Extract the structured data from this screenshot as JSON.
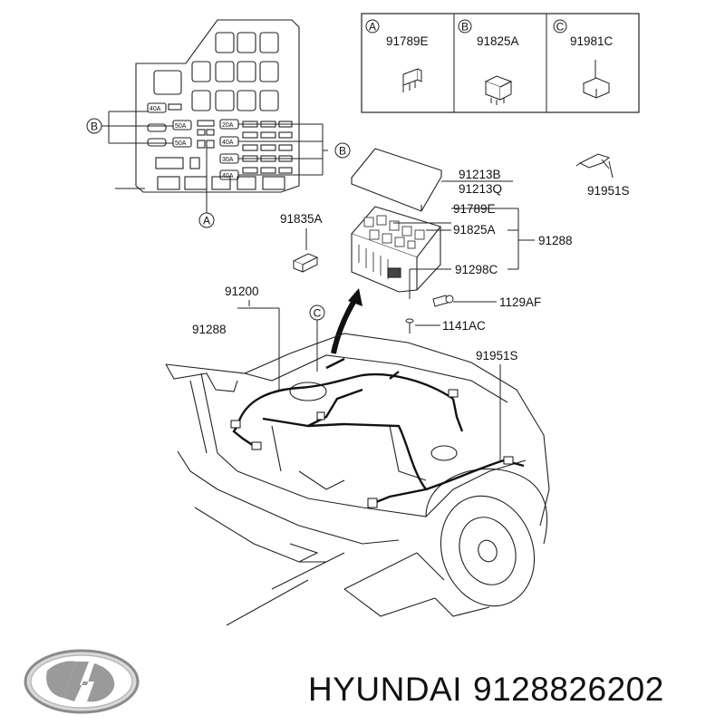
{
  "legend": {
    "items": [
      {
        "letter": "A",
        "code": "91789E"
      },
      {
        "letter": "B",
        "code": "91825A"
      },
      {
        "letter": "C",
        "code": "91981C"
      }
    ]
  },
  "fuse_box": {
    "fuse_ratings": [
      "40A",
      "50A",
      "50A",
      "20A",
      "40A",
      "30A",
      "40A"
    ],
    "callouts": [
      "B",
      "B",
      "A",
      "C"
    ]
  },
  "part_labels": {
    "cover": [
      "91213B",
      "91213Q"
    ],
    "bracket": "91951S",
    "fuse_single": "91835A",
    "relay_block_parts": [
      "91789E",
      "91825A",
      "91298C"
    ],
    "relay_block": "91288",
    "bolt": "1129AF",
    "screw": "1141AC",
    "harness_upper": "91200",
    "harness_lower": "91288",
    "bracket_vehicle": "91951S"
  },
  "branding": {
    "brand": "HYUNDAI",
    "part_number": "9128826202",
    "logo_icon": "hyundai-logo-icon"
  }
}
